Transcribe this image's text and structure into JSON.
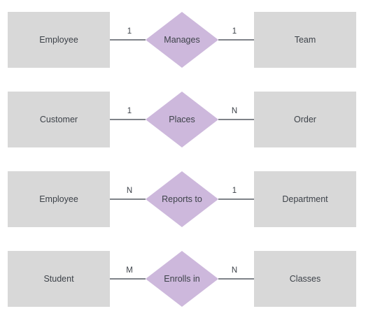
{
  "colors": {
    "entity_fill": "#d8d8d8",
    "relationship_fill": "#cdb8dc",
    "line": "#555a62",
    "text": "#3d4249"
  },
  "rows": [
    {
      "left_entity": "Employee",
      "relationship": "Manages",
      "right_entity": "Team",
      "left_cardinality": "1",
      "right_cardinality": "1"
    },
    {
      "left_entity": "Customer",
      "relationship": "Places",
      "right_entity": "Order",
      "left_cardinality": "1",
      "right_cardinality": "N"
    },
    {
      "left_entity": "Employee",
      "relationship": "Reports to",
      "right_entity": "Department",
      "left_cardinality": "N",
      "right_cardinality": "1"
    },
    {
      "left_entity": "Student",
      "relationship": "Enrolls in",
      "right_entity": "Classes",
      "left_cardinality": "M",
      "right_cardinality": "N"
    }
  ]
}
